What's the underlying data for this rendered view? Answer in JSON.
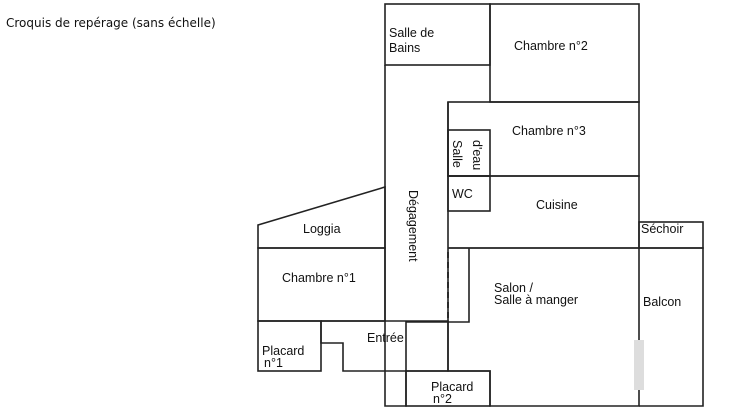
{
  "title": "Croquis de repérage (sans échelle)",
  "rooms": {
    "salle_de_bains": [
      "Salle de",
      "Bains"
    ],
    "chambre_2": "Chambre n°2",
    "chambre_3": "Chambre n°3",
    "salle_deau": [
      "d'eau",
      "Salle"
    ],
    "wc": "WC",
    "cuisine": "Cuisine",
    "degagement": "Dégagement",
    "loggia": "Loggia",
    "sechoir": "Séchoir",
    "chambre_1": "Chambre n°1",
    "salon": [
      "Salon /",
      "Salle à manger"
    ],
    "balcon": "Balcon",
    "entree": "Entrée",
    "placard_1": [
      "Placard",
      "n°1"
    ],
    "placard_2": [
      "Placard",
      "n°2"
    ]
  }
}
